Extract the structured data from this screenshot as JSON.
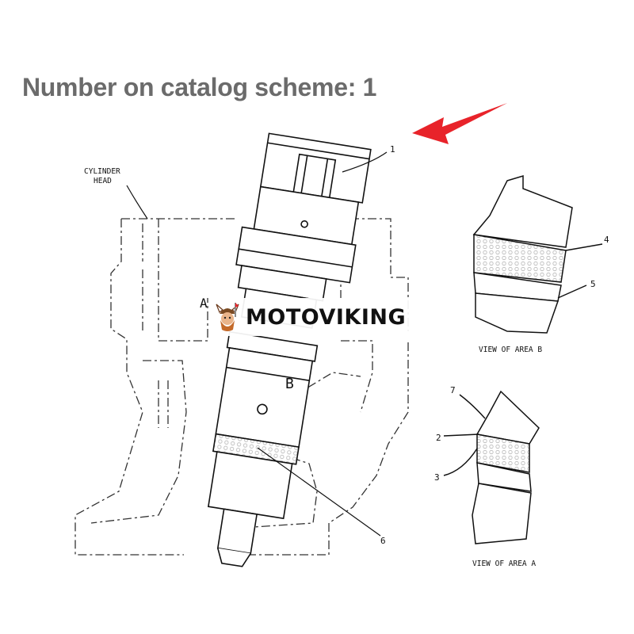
{
  "heading": "Number on catalog scheme: 1",
  "labels": {
    "cylinder_head_line1": "CYLINDER",
    "cylinder_head_line2": "HEAD",
    "view_area_b": "VIEW OF AREA B",
    "view_area_a": "VIEW OF AREA A",
    "area_a": "A",
    "area_b": "B"
  },
  "callouts": [
    "1",
    "2",
    "3",
    "4",
    "5",
    "6",
    "7"
  ],
  "watermark": {
    "text": "MOTOVIKING",
    "logo": "viking-mascot-icon"
  },
  "colors": {
    "arrow": "#e8232a",
    "heading": "#6b6b6b",
    "line": "#222222",
    "hatch": "#d9d9d9"
  }
}
